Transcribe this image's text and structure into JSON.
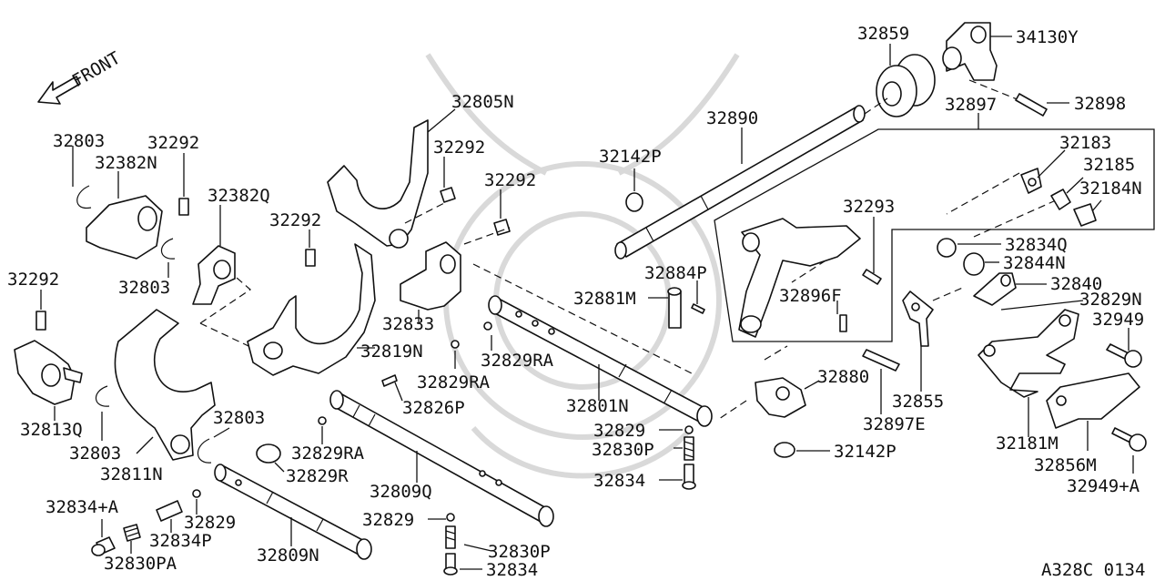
{
  "diagram": {
    "front_label": "FRONT",
    "code": "A328C 0134",
    "labels": {
      "p34130Y": "34130Y",
      "p32859": "32859",
      "p32898": "32898",
      "p32897": "32897",
      "p32890": "32890",
      "p32805N": "32805N",
      "p32292a": "32292",
      "p32292b": "32292",
      "p32292c": "32292",
      "p32292d": "32292",
      "p32292e": "32292",
      "p32803a": "32803",
      "p32803b": "32803",
      "p32803c": "32803",
      "p32803d": "32803",
      "p32382N": "32382N",
      "p32382Q": "32382Q",
      "p32142Pa": "32142P",
      "p32142Pb": "32142P",
      "p32183": "32183",
      "p32185": "32185",
      "p32184N": "32184N",
      "p32293": "32293",
      "p32834Q": "32834Q",
      "p32844N": "32844N",
      "p32840": "32840",
      "p32829N": "32829N",
      "p32949": "32949",
      "p32884P": "32884P",
      "p32881M": "32881M",
      "p32896F": "32896F",
      "p32833": "32833",
      "p32819N": "32819N",
      "p32829RAa": "32829RA",
      "p32829RAb": "32829RA",
      "p32829RAc": "32829RA",
      "p32826P": "32826P",
      "p32801N": "32801N",
      "p32880": "32880",
      "p32855": "32855",
      "p32897E": "32897E",
      "p32181M": "32181M",
      "p32856M": "32856M",
      "p32949A": "32949+A",
      "p32813Q": "32813Q",
      "p32811N": "32811N",
      "p32829R": "32829R",
      "p32809Q": "32809Q",
      "p32829a": "32829",
      "p32829b": "32829",
      "p32829c": "32829",
      "p32830Pa": "32830P",
      "p32830Pb": "32830P",
      "p32834a": "32834",
      "p32834b": "32834",
      "p32834A": "32834+A",
      "p32834P": "32834P",
      "p32830PA": "32830PA",
      "p32809N": "32809N"
    }
  }
}
